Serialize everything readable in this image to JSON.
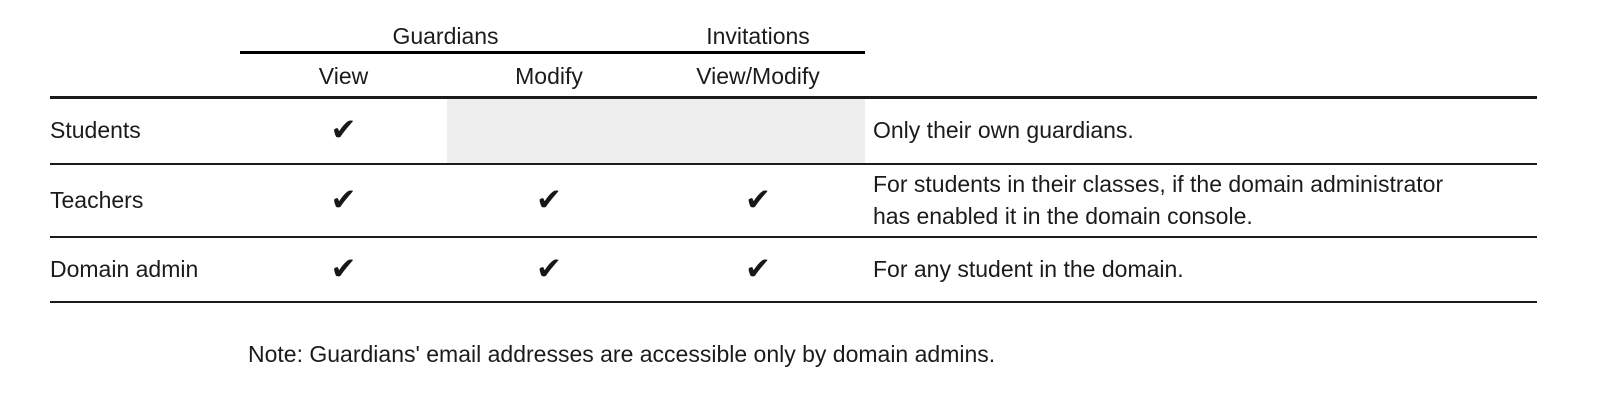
{
  "table": {
    "group_headers": [
      {
        "id": "row-label-spacer",
        "label": ""
      },
      {
        "id": "guardians",
        "label": "Guardians",
        "spans": [
          "view",
          "modify"
        ]
      },
      {
        "id": "invitations",
        "label": "Invitations",
        "spans": [
          "view-modify"
        ]
      },
      {
        "id": "description-spacer",
        "label": ""
      }
    ],
    "column_headers": [
      {
        "id": "role",
        "label": ""
      },
      {
        "id": "guardians-view",
        "label": "View"
      },
      {
        "id": "guardians-modify",
        "label": "Modify"
      },
      {
        "id": "invitations-view-modify",
        "label": "View/Modify"
      },
      {
        "id": "details",
        "label": ""
      }
    ],
    "rows": [
      {
        "id": "students",
        "label": "Students",
        "guardians_view": "✔",
        "guardians_modify": "",
        "guardians_modify_state": "not-permitted-shaded",
        "invitations_view_modify": "",
        "invitations_view_modify_state": "not-permitted-shaded",
        "description_line1": "Only their own guardians.",
        "description_line2": ""
      },
      {
        "id": "teachers",
        "label": "Teachers",
        "guardians_view": "✔",
        "guardians_modify": "✔",
        "guardians_modify_state": "permitted",
        "invitations_view_modify": "✔",
        "invitations_view_modify_state": "permitted",
        "description_line1": "For students in their classes, if the domain administrator",
        "description_line2": "has enabled it in the domain console."
      },
      {
        "id": "domain-admin",
        "label": "Domain admin",
        "guardians_view": "✔",
        "guardians_modify": "✔",
        "guardians_modify_state": "permitted",
        "invitations_view_modify": "✔",
        "invitations_view_modify_state": "permitted",
        "description_line1": "For any student in the domain.",
        "description_line2": ""
      }
    ]
  },
  "note": {
    "text": "Note: Guardians' email addresses are accessible only by domain admins."
  },
  "colors": {
    "text": "#1b1b1b",
    "rule": "#1b1b1b",
    "shaded_cell": "#eeeeee",
    "background": "#ffffff",
    "checkmark": "#17171a"
  }
}
